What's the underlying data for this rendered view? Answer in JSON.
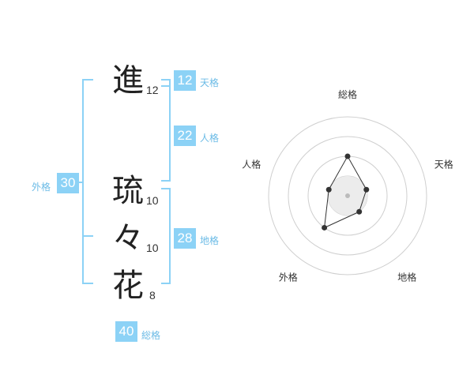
{
  "name_chars": [
    {
      "char": "進",
      "strokes": "12"
    },
    {
      "char": "琉",
      "strokes": "10"
    },
    {
      "char": "々",
      "strokes": "10"
    },
    {
      "char": "花",
      "strokes": "8"
    }
  ],
  "fortunes": {
    "tenkaku": {
      "value": "12",
      "label": "天格"
    },
    "jinkaku": {
      "value": "22",
      "label": "人格"
    },
    "chikaku": {
      "value": "28",
      "label": "地格"
    },
    "gaikaku": {
      "value": "30",
      "label": "外格"
    },
    "soukaku": {
      "value": "40",
      "label": "総格"
    }
  },
  "accent_color": "#8cd2f6",
  "chart_data": {
    "type": "radar",
    "axes": [
      "総格",
      "天格",
      "地格",
      "外格",
      "人格"
    ],
    "rings": 4,
    "range": [
      0,
      4
    ],
    "values": [
      2,
      1,
      1,
      2,
      1
    ]
  }
}
